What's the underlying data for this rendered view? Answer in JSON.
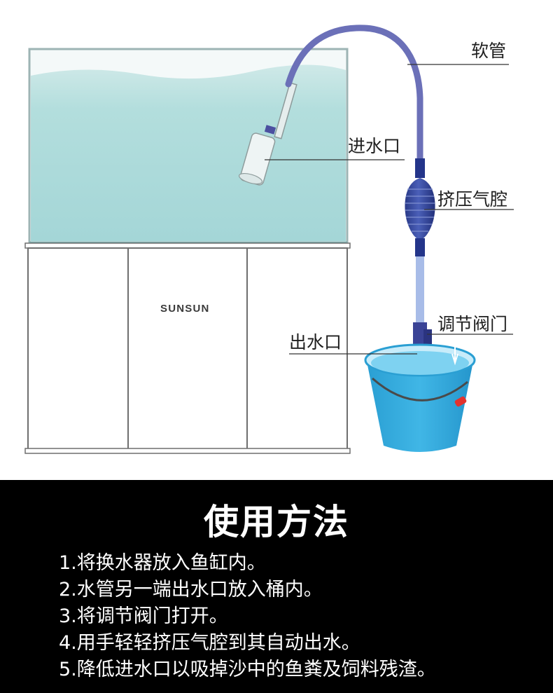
{
  "labels": {
    "hose": "软管",
    "inlet": "进水口",
    "squeeze_bulb": "挤压气腔",
    "regulating_valve": "调节阀门",
    "outlet": "出水口"
  },
  "brand": "SUNSUN",
  "instructions": {
    "title": "使用方法",
    "steps": [
      "1.将换水器放入鱼缸内。",
      "2.水管另一端出水口放入桶内。",
      "3.将调节阀门打开。",
      "4.用手轻轻挤压气腔到其自动出水。",
      "5.降低进水口以吸掉沙中的鱼粪及饲料残渣。"
    ]
  },
  "colors": {
    "water": "#a9d8d9",
    "hose": "#6b70b8",
    "bulb": "#2d3f92",
    "bucket": "#2fa9dc",
    "instructions_bg": "#000000"
  }
}
